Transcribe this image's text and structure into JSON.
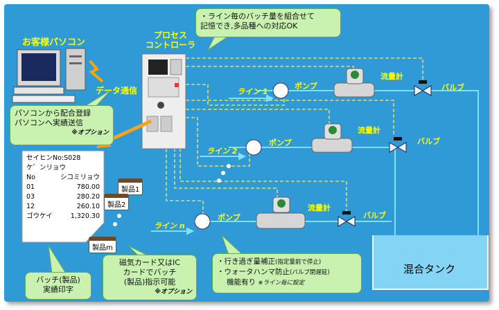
{
  "top_note": "・ライン毎のバッチ量を組合せて\n記憶でき,多品種への対応OK",
  "customer_pc": "お客様パソコン",
  "controller_title": [
    "プロセス",
    "コントローラ"
  ],
  "data_comm": "データ通信",
  "pc_bubble": {
    "lines": [
      "パソコンから配合登録",
      "パソコンへ実績送信"
    ],
    "note": "※オプション"
  },
  "receipt": {
    "header1": "セイヒンNo:S028",
    "header2": "ケ゛ンリョウ",
    "col_no": "No",
    "col_val": "シコミリョウ",
    "rows": [
      [
        "01",
        "780.00"
      ],
      [
        "03",
        "280.20"
      ],
      [
        "12",
        "260.10"
      ]
    ],
    "total": [
      "ゴウケイ",
      "1,320.30"
    ]
  },
  "cards": [
    "製品1",
    "製品2",
    "製品m"
  ],
  "lines": {
    "line1": "ライン 1",
    "line2": "ライン 2",
    "line_n": "ライン n",
    "pump": "ポンプ",
    "flowmeter": "流量計",
    "valve": "バルブ"
  },
  "batch_bubble": "バッチ(製品)\n実績印字",
  "card_bubble": {
    "text": "磁気カード又はIC\nカードでバッチ\n(製品)指示可能",
    "note": "※オプション"
  },
  "features": {
    "items": [
      "・行き過ぎ量補正",
      "・ウォータハンマ防止",
      "機能有り"
    ],
    "sub": [
      "(指定量前で停止)",
      "(バルブ閉遅延)",
      "※ライン毎に設定"
    ]
  },
  "mix_tank": "混合タンク",
  "colors": {
    "background": "#2f9ad6",
    "label": "#ffff00",
    "bubble": "#c9f2b0",
    "pipe": "#6fd7ff",
    "tank": "#7ecff5"
  }
}
